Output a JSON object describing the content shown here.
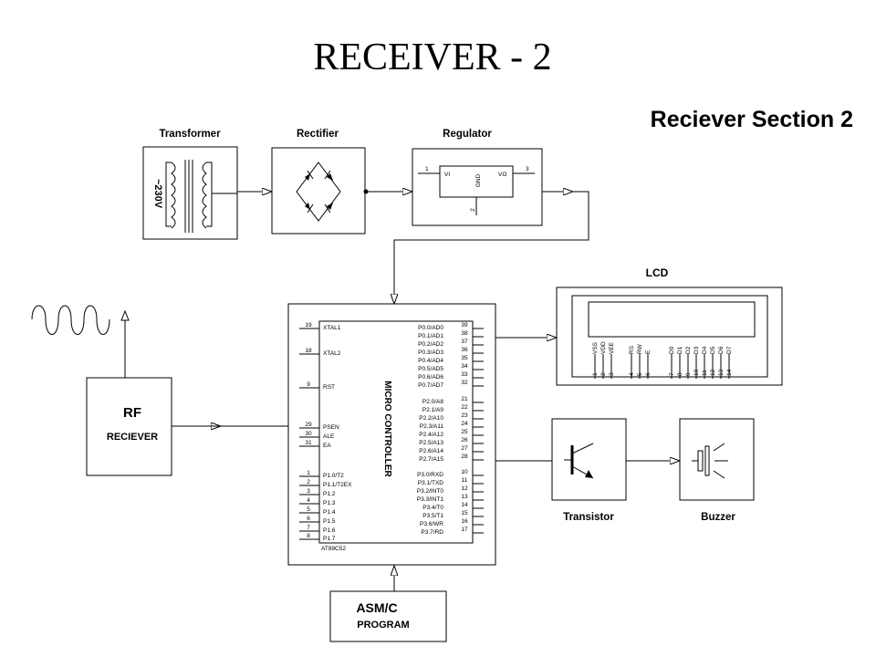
{
  "slide_title": "RECEIVER - 2",
  "section_title": "Reciever Section 2",
  "blocks": {
    "transformer": {
      "label": "Transformer",
      "voltage": "~230V"
    },
    "rectifier": {
      "label": "Rectifier"
    },
    "regulator": {
      "label": "Regulator",
      "vi": "VI",
      "vo": "VO",
      "gnd": "GND",
      "pin_in": "1",
      "pin_out": "3",
      "pin_gnd": "2"
    },
    "lcd": {
      "label": "LCD",
      "pin_names": [
        "VSS",
        "VDD",
        "VEE",
        "RS",
        "RW",
        "E",
        "D0",
        "D1",
        "D2",
        "D3",
        "D4",
        "D5",
        "D6",
        "D7"
      ],
      "pin_numbers": [
        "1",
        "2",
        "3",
        "4",
        "5",
        "6",
        "7",
        "8",
        "9",
        "10",
        "11",
        "12",
        "13",
        "14"
      ]
    },
    "rf": {
      "label1": "RF",
      "label2": "RECIEVER"
    },
    "mcu": {
      "body_label": "MICRO CONTROLLER",
      "part": "AT89C52",
      "left_pins": [
        {
          "num": "19",
          "name": "XTAL1"
        },
        {
          "num": "18",
          "name": "XTAL2"
        },
        {
          "num": "9",
          "name": "RST"
        },
        {
          "num": "29",
          "name": "PSEN"
        },
        {
          "num": "30",
          "name": "ALE"
        },
        {
          "num": "31",
          "name": "EA"
        },
        {
          "num": "1",
          "name": "P1.0/T2"
        },
        {
          "num": "2",
          "name": "P1.1/T2EX"
        },
        {
          "num": "3",
          "name": "P1.2"
        },
        {
          "num": "4",
          "name": "P1.3"
        },
        {
          "num": "5",
          "name": "P1.4"
        },
        {
          "num": "6",
          "name": "P1.5"
        },
        {
          "num": "7",
          "name": "P1.6"
        },
        {
          "num": "8",
          "name": "P1.7"
        }
      ],
      "right_pins": [
        {
          "num": "39",
          "name": "P0.0/AD0"
        },
        {
          "num": "38",
          "name": "P0.1/AD1"
        },
        {
          "num": "37",
          "name": "P0.2/AD2"
        },
        {
          "num": "36",
          "name": "P0.3/AD3"
        },
        {
          "num": "35",
          "name": "P0.4/AD4"
        },
        {
          "num": "34",
          "name": "P0.5/AD5"
        },
        {
          "num": "33",
          "name": "P0.6/AD6"
        },
        {
          "num": "32",
          "name": "P0.7/AD7"
        },
        {
          "num": "21",
          "name": "P2.0/A8"
        },
        {
          "num": "22",
          "name": "P2.1/A9"
        },
        {
          "num": "23",
          "name": "P2.2/A10"
        },
        {
          "num": "24",
          "name": "P2.3/A11"
        },
        {
          "num": "25",
          "name": "P2.4/A12"
        },
        {
          "num": "26",
          "name": "P2.5/A13"
        },
        {
          "num": "27",
          "name": "P2.6/A14"
        },
        {
          "num": "28",
          "name": "P2.7/A15"
        },
        {
          "num": "10",
          "name": "P3.0/RXD"
        },
        {
          "num": "11",
          "name": "P3.1/TXD"
        },
        {
          "num": "12",
          "name": "P3.2/INT0"
        },
        {
          "num": "13",
          "name": "P3.3/INT1"
        },
        {
          "num": "14",
          "name": "P3.4/T0"
        },
        {
          "num": "15",
          "name": "P3.5/T1"
        },
        {
          "num": "16",
          "name": "P3.6/WR"
        },
        {
          "num": "17",
          "name": "P3.7/RD"
        }
      ]
    },
    "transistor": {
      "label": "Transistor"
    },
    "buzzer": {
      "label": "Buzzer"
    },
    "program": {
      "label1": "ASM/C",
      "label2": "PROGRAM"
    }
  }
}
